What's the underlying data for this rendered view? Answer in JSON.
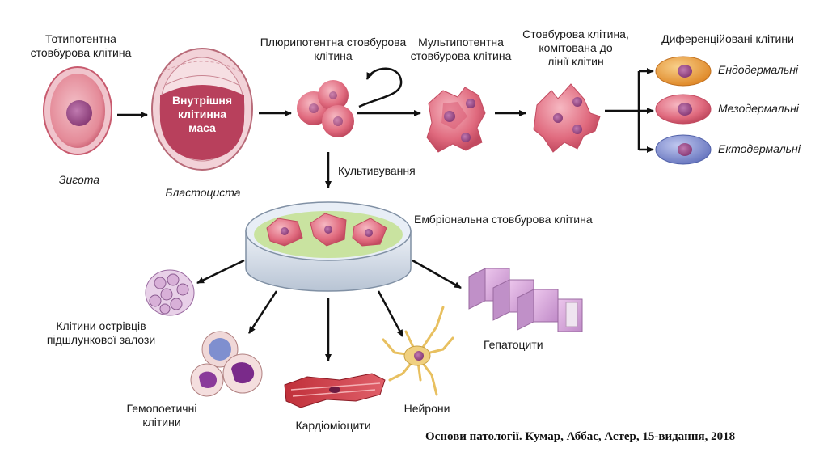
{
  "labels": {
    "totipotent": "Тотипотентна\nстовбурова клітина",
    "zygote": "Зигота",
    "inner_mass": "Внутрішня\nклітинна\nмаса",
    "blastocyst": "Бластоциста",
    "pluripotent": "Плюрипотентна стовбурова\nклітина",
    "multipotent": "Мультипотентна\nстовбурова клітина",
    "committed": "Стовбурова клітина,\nкомітована до\nлінії клітин",
    "differentiated": "Диференційовані клітини",
    "endodermal": "Ендодермальні",
    "mesodermal": "Мезодермальні",
    "ectodermal": "Ектодермальні",
    "culturing": "Культивування",
    "embryonic": "Ембріональна стовбурова клітина",
    "islets": "Клітини острівців\nпідшлункової залози",
    "hematopoietic": "Гемопоетичні\nклітини",
    "cardiomyocytes": "Кардіоміоцити",
    "neurons": "Нейрони",
    "hepatocytes": "Гепатоцити"
  },
  "citation": "Основи патології. Кумар, Аббас, Астер, 15-видання, 2018",
  "colors": {
    "cell_pink": "#e06a7e",
    "nucleus_purple": "#a0508a",
    "endodermal_orange": "#f0a040",
    "ectodermal_blue": "#7f8fcf",
    "dish_green": "#c9e3a0",
    "hepatocyte_purple": "#d8a8d8",
    "neuron_yellow": "#f0d080"
  }
}
